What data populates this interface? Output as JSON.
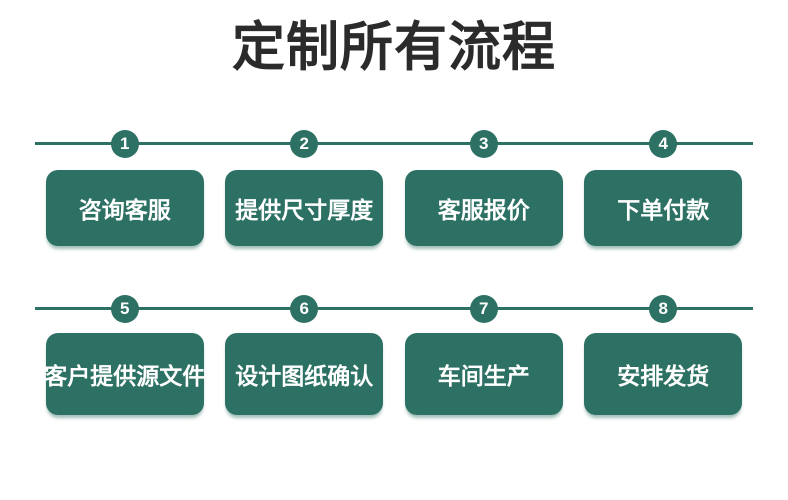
{
  "page": {
    "title": "定制所有流程",
    "background": "#ffffff"
  },
  "colors": {
    "accent_green": "#2D7164",
    "title_color": "#2B2B2B",
    "step_text": "#FFFFFF"
  },
  "flow": {
    "rows": [
      {
        "steps": [
          {
            "number": "1",
            "label": "咨询客服"
          },
          {
            "number": "2",
            "label": "提供尺寸厚度"
          },
          {
            "number": "3",
            "label": "客服报价"
          },
          {
            "number": "4",
            "label": "下单付款"
          }
        ]
      },
      {
        "steps": [
          {
            "number": "5",
            "label": "客户提供源文件"
          },
          {
            "number": "6",
            "label": "设计图纸确认"
          },
          {
            "number": "7",
            "label": "车间生产"
          },
          {
            "number": "8",
            "label": "安排发货"
          }
        ]
      }
    ]
  }
}
